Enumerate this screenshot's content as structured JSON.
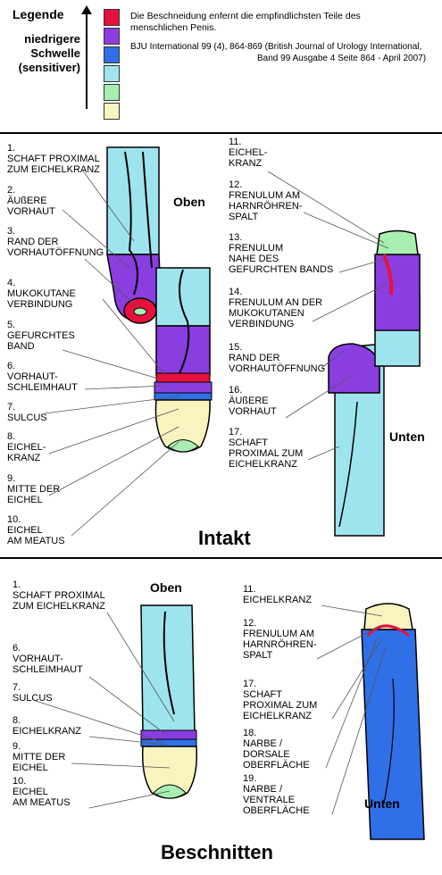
{
  "legend": {
    "title": "Legende",
    "subtitle": "niedrigere\nSchwelle\n(sensitiver)",
    "colors": [
      "#e8103c",
      "#8a3ee0",
      "#2f6fe8",
      "#9ee4ef",
      "#a8eeb0",
      "#f8f4c0"
    ]
  },
  "header": {
    "line1": "Die Beschneidung enfernt die empfindlichsten Teile des",
    "line2": "menschlichen Penis.",
    "ref1": "BJU International 99 (4), 864-869 (British Journal of Urology International,",
    "ref2": "Band 99 Ausgabe 4 Seite 864 - April 2007)"
  },
  "intakt": {
    "title": "Intakt",
    "oben": "Oben",
    "unten": "Unten",
    "left_labels": [
      "1.\nSCHAFT PROXIMAL\nZUM EICHELKRANZ",
      "2.\nÄUßERE\nVORHAUT",
      "3.\nRAND DER\nVORHAUTÖFFNUNG",
      "4.\nMUKOKUTANE\nVERBINDUNG",
      "5.\nGEFURCHTES\nBAND",
      "6.\nVORHAUT-\nSCHLEIMHAUT",
      "7.\nSULCUS",
      "8.\nEICHEL-\nKRANZ",
      "9.\nMITTE DER\nEICHEL",
      "10.\nEICHEL\nAM MEATUS"
    ],
    "right_labels": [
      "11.\nEICHEL-\nKRANZ",
      "12.\nFRENULUM AM\nHARNRÖHREN-\nSPALT",
      "13.\nFRENULUM\nNAHE DES\nGEFURCHTEN BANDS",
      "14.\nFRENULUM AN DER\nMUKOKUTANEN\nVERBINDUNG",
      "15.\nRAND DER\nVORHAUTÖFFNUNG",
      "16.\nÄUßERE\nVORHAUT",
      "17.\nSCHAFT\nPROXIMAL ZUM\nEICHELKRANZ"
    ]
  },
  "beschnitten": {
    "title": "Beschnitten",
    "oben": "Oben",
    "unten": "Unten",
    "left_labels": [
      "1.\nSCHAFT PROXIMAL\nZUM EICHELKRANZ",
      "6.\nVORHAUT-\nSCHLEIMHAUT",
      "7.\nSULCUS",
      "8.\nEICHELKRANZ",
      "9.\nMITTE DER\nEICHEL",
      "10.\nEICHEL\nAM MEATUS"
    ],
    "right_labels": [
      "11.\nEICHELKRANZ",
      "12.\nFRENULUM AM\nHARNRÖHREN-\nSPALT",
      "17.\nSCHAFT\nPROXIMAL ZUM\nEICHELKRANZ",
      "18.\nNARBE /\nDORSALE\nOBERFLÄCHE",
      "19.\nNARBE /\nVENTRALE\nOBERFLÄCHE"
    ]
  }
}
